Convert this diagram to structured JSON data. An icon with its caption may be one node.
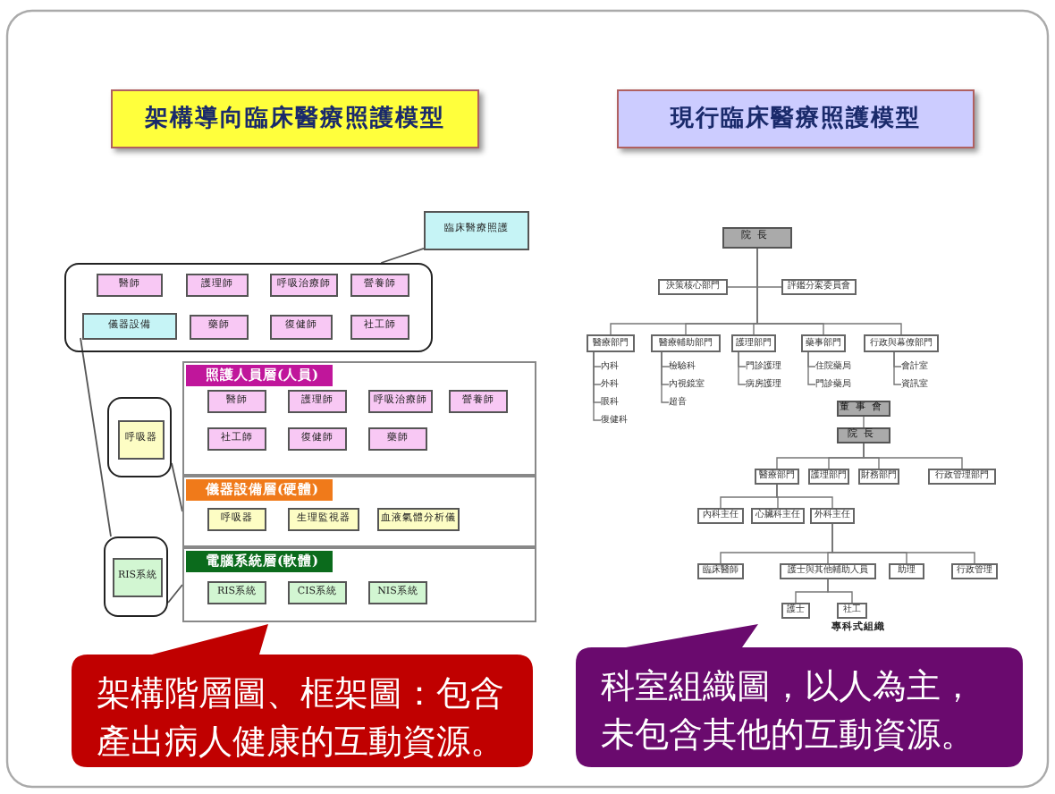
{
  "diagram": {
    "nodes": [
      {
        "text": [
          "架構導向臨床醫療照護模型"
        ]
      },
      {
        "text": [
          "現行臨床醫療照護模型"
        ]
      },
      {
        "text": [
          "臨床醫療照護"
        ]
      },
      {
        "text": [],
        "shape": "box"
      },
      {
        "text": [
          "醫師"
        ],
        "in": 3
      },
      {
        "text": [
          "護理師"
        ],
        "in": 3
      },
      {
        "text": [
          "呼吸治療師"
        ],
        "in": 3
      },
      {
        "text": [
          "營養師"
        ],
        "in": 3
      },
      {
        "text": [
          "儀器設備"
        ],
        "in": 3
      },
      {
        "text": [
          "藥師"
        ],
        "in": 3
      },
      {
        "text": [
          "復健師"
        ],
        "in": 3
      },
      {
        "text": [
          "社工師"
        ],
        "in": 3
      },
      {
        "text": [],
        "shape": "box"
      },
      {
        "text": [
          "呼吸器"
        ],
        "in": 12
      },
      {
        "text": [
          "照護人員層(人員)"
        ]
      },
      {
        "text": [
          "醫師"
        ],
        "in": 14
      },
      {
        "text": [
          "護理師"
        ],
        "in": 14
      },
      {
        "text": [
          "呼吸治療師"
        ],
        "in": 14
      },
      {
        "text": [
          "營養師"
        ],
        "in": 14
      },
      {
        "text": [
          "社工師"
        ],
        "in": 14
      },
      {
        "text": [
          "復健師"
        ],
        "in": 14
      },
      {
        "text": [
          "藥師"
        ],
        "in": 14
      },
      {
        "text": [
          "儀器設備層(硬體)"
        ]
      },
      {
        "text": [
          "呼吸器"
        ],
        "in": 22
      },
      {
        "text": [
          "生理監視器"
        ],
        "in": 22
      },
      {
        "text": [
          "血液氣體分析儀"
        ],
        "in": 22
      },
      {
        "text": [],
        "shape": "box"
      },
      {
        "text": [
          "RIS系統"
        ],
        "in": 26
      },
      {
        "text": [
          "電腦系統層(軟體)"
        ]
      },
      {
        "text": [
          "RIS系統"
        ],
        "in": 28
      },
      {
        "text": [
          "CIS系統"
        ],
        "in": 28
      },
      {
        "text": [
          "NIS系統"
        ],
        "in": 28
      },
      {
        "text": [
          "院長"
        ]
      },
      {
        "text": [
          "決策核心部門"
        ]
      },
      {
        "text": [
          "評鑑分案委員會"
        ]
      },
      {
        "text": [
          "醫療部門"
        ]
      },
      {
        "text": [
          "醫療輔助部門"
        ]
      },
      {
        "text": [
          "護理部門"
        ]
      },
      {
        "text": [
          "藥事部門"
        ]
      },
      {
        "text": [
          "行政與幕僚部門"
        ]
      },
      {
        "text": [
          "內科"
        ]
      },
      {
        "text": [
          "外科"
        ]
      },
      {
        "text": [
          "眼科"
        ]
      },
      {
        "text": [
          "復健科"
        ]
      },
      {
        "text": [
          "檢驗科"
        ]
      },
      {
        "text": [
          "內視鏡室"
        ]
      },
      {
        "text": [
          "超音"
        ]
      },
      {
        "text": [
          "門診護理"
        ]
      },
      {
        "text": [
          "病房護理"
        ]
      },
      {
        "text": [
          "住院藥局"
        ]
      },
      {
        "text": [
          "門診藥局"
        ]
      },
      {
        "text": [
          "會計室"
        ]
      },
      {
        "text": [
          "資訊室"
        ]
      },
      {
        "text": [
          "董事會"
        ]
      },
      {
        "text": [
          "院長"
        ]
      },
      {
        "text": [
          "醫療部門"
        ]
      },
      {
        "text": [
          "護理部門"
        ]
      },
      {
        "text": [
          "財務部門"
        ]
      },
      {
        "text": [
          "行政管理部門"
        ]
      },
      {
        "text": [
          "內科主任"
        ]
      },
      {
        "text": [
          "心臟科主任"
        ]
      },
      {
        "text": [
          "外科主任"
        ]
      },
      {
        "text": [
          "臨床醫師"
        ]
      },
      {
        "text": [
          "護士與其他輔助人員"
        ]
      },
      {
        "text": [
          "助理"
        ]
      },
      {
        "text": [
          "行政管理"
        ]
      },
      {
        "text": [
          "護士"
        ]
      },
      {
        "text": [
          "社工"
        ]
      },
      {
        "text": [
          "架構階層圖、框架圖：包含產出病人健康的互動資源。"
        ]
      },
      {
        "text": [
          "科室組織圖，以人為主，未包含其他的互動資源。"
        ]
      }
    ],
    "edges": [
      {
        "from": 2,
        "to": 3,
        "arrow": "none"
      },
      {
        "from": 8,
        "to": 26,
        "arrow": "none"
      },
      {
        "from": 12,
        "to": 22,
        "arrow": "none"
      },
      {
        "from": 26,
        "to": 28,
        "arrow": "none"
      },
      {
        "from": 32,
        "to": 33,
        "arrow": "none"
      },
      {
        "from": 32,
        "to": 34,
        "arrow": "none"
      },
      {
        "from": 32,
        "to": 35,
        "arrow": "none"
      },
      {
        "from": 32,
        "to": 36,
        "arrow": "none"
      },
      {
        "from": 32,
        "to": 37,
        "arrow": "none"
      },
      {
        "from": 32,
        "to": 38,
        "arrow": "none"
      },
      {
        "from": 32,
        "to": 39,
        "arrow": "none"
      },
      {
        "from": 35,
        "to": 40,
        "arrow": "none"
      },
      {
        "from": 35,
        "to": 41,
        "arrow": "none"
      },
      {
        "from": 35,
        "to": 42,
        "arrow": "none"
      },
      {
        "from": 35,
        "to": 43,
        "arrow": "none"
      },
      {
        "from": 36,
        "to": 44,
        "arrow": "none"
      },
      {
        "from": 36,
        "to": 45,
        "arrow": "none"
      },
      {
        "from": 36,
        "to": 46,
        "arrow": "none"
      },
      {
        "from": 37,
        "to": 47,
        "arrow": "none"
      },
      {
        "from": 37,
        "to": 48,
        "arrow": "none"
      },
      {
        "from": 38,
        "to": 49,
        "arrow": "none"
      },
      {
        "from": 38,
        "to": 50,
        "arrow": "none"
      },
      {
        "from": 39,
        "to": 51,
        "arrow": "none"
      },
      {
        "from": 39,
        "to": 52,
        "arrow": "none"
      },
      {
        "from": 53,
        "to": 54,
        "arrow": "none"
      },
      {
        "from": 54,
        "to": 55,
        "arrow": "none"
      },
      {
        "from": 54,
        "to": 56,
        "arrow": "none"
      },
      {
        "from": 54,
        "to": 57,
        "arrow": "none"
      },
      {
        "from": 54,
        "to": 58,
        "arrow": "none"
      },
      {
        "from": 55,
        "to": 59,
        "arrow": "none"
      },
      {
        "from": 55,
        "to": 60,
        "arrow": "none"
      },
      {
        "from": 55,
        "to": 61,
        "arrow": "none"
      },
      {
        "from": 61,
        "to": 62,
        "arrow": "none"
      },
      {
        "from": 61,
        "to": 63,
        "arrow": "none"
      },
      {
        "from": 61,
        "to": 64,
        "arrow": "none"
      },
      {
        "from": 61,
        "to": 65,
        "arrow": "none"
      },
      {
        "from": 63,
        "to": 66,
        "arrow": "none"
      },
      {
        "from": 63,
        "to": 67,
        "arrow": "none"
      }
    ],
    "labels": [
      "專科式組織"
    ]
  }
}
